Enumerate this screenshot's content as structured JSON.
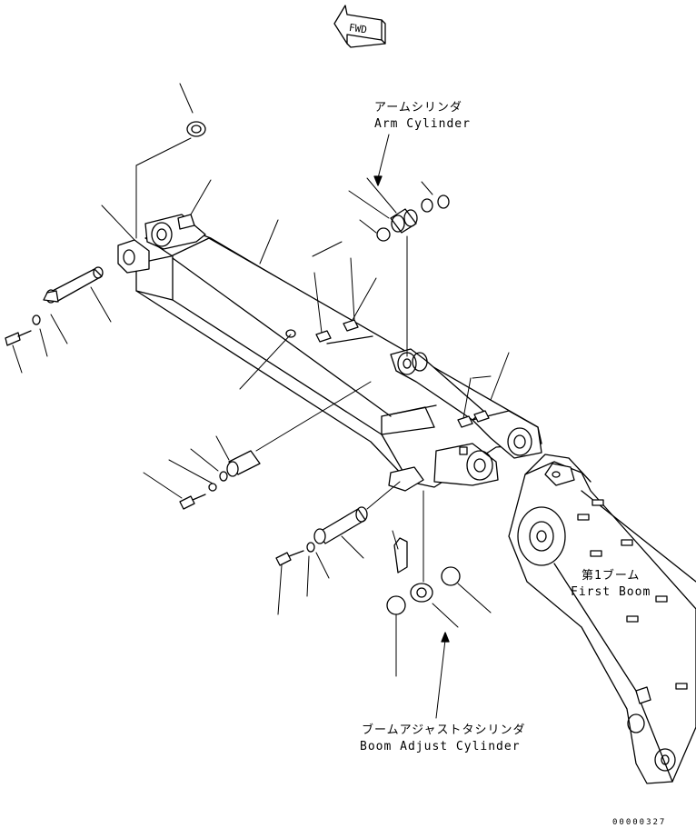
{
  "fwd": {
    "label": "FWD"
  },
  "labels": {
    "arm_cylinder_jp": "アームシリンダ",
    "arm_cylinder_en": "Arm Cylinder",
    "first_boom_jp": "第1ブーム",
    "first_boom_en": "First Boom",
    "boom_adjust_jp": "ブームアジャストタシリンダ",
    "boom_adjust_en": "Boom Adjust Cylinder"
  },
  "drawing_number": "00000327",
  "colors": {
    "line": "#000000",
    "background": "#ffffff"
  }
}
